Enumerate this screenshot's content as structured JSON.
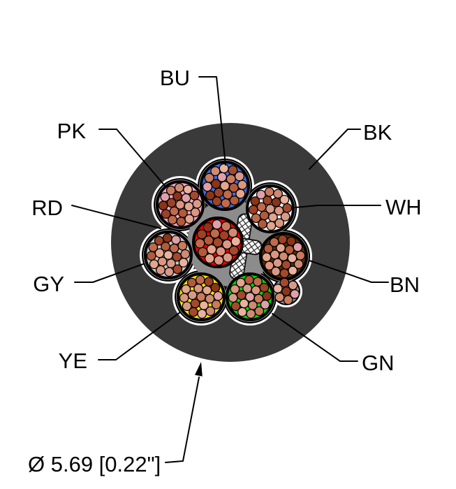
{
  "cable": {
    "title": "cable-cross-section",
    "jacket": {
      "label": "BK",
      "color": "#3a3a3a",
      "outline": "#000000"
    },
    "cores": [
      {
        "code": "BU",
        "color": "#3e6ee2"
      },
      {
        "code": "PK",
        "color": "#f8a7ce"
      },
      {
        "code": "WH",
        "color": "#ffffff"
      },
      {
        "code": "RD",
        "color": "#ee0000"
      },
      {
        "code": "GY",
        "color": "#c9c9c9"
      },
      {
        "code": "BN",
        "color": "#552a09"
      },
      {
        "code": "YE",
        "color": "#f5e400"
      },
      {
        "code": "GN",
        "color": "#00d800"
      }
    ],
    "drain": {
      "strand_count": 7
    },
    "dimension": {
      "label": "Ø 5.69 [0.22\"]"
    },
    "palette": {
      "filler_gray": "#8c8c8c",
      "wrap_white": "#ffffff",
      "outline": "#000000",
      "copper": [
        "#e3a58c",
        "#d08a72",
        "#c06a4c",
        "#a34a2c",
        "#8a3418",
        "#dd9480",
        "#c97a5c",
        "#b25a3a",
        "#e8b29d",
        "#9c4226",
        "#d89a88",
        "#e0a0a8"
      ]
    }
  }
}
